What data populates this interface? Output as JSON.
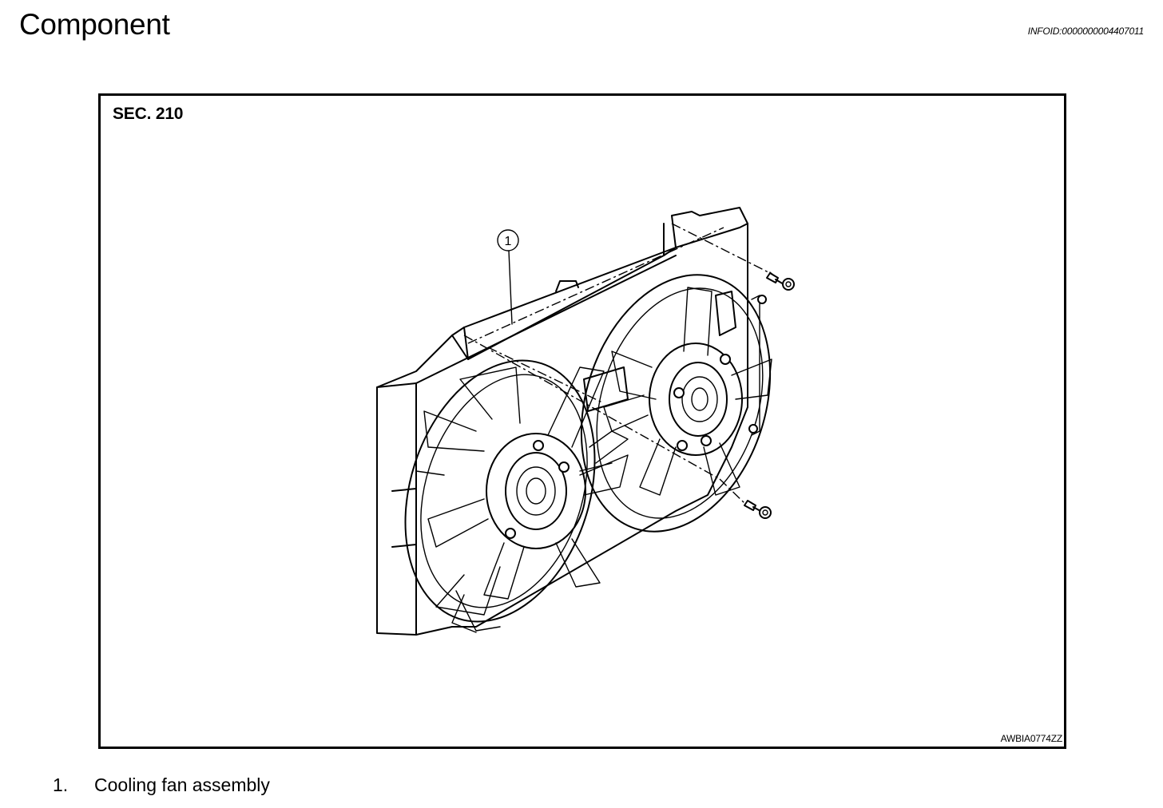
{
  "header": {
    "title": "Component",
    "info_id": "INFOID:0000000004407011"
  },
  "figure": {
    "section": "SEC. 210",
    "callout_number": "1",
    "figure_code": "AWBIA0774ZZ"
  },
  "legend": {
    "items": [
      {
        "number": "1.",
        "label": "Cooling fan assembly"
      }
    ]
  }
}
